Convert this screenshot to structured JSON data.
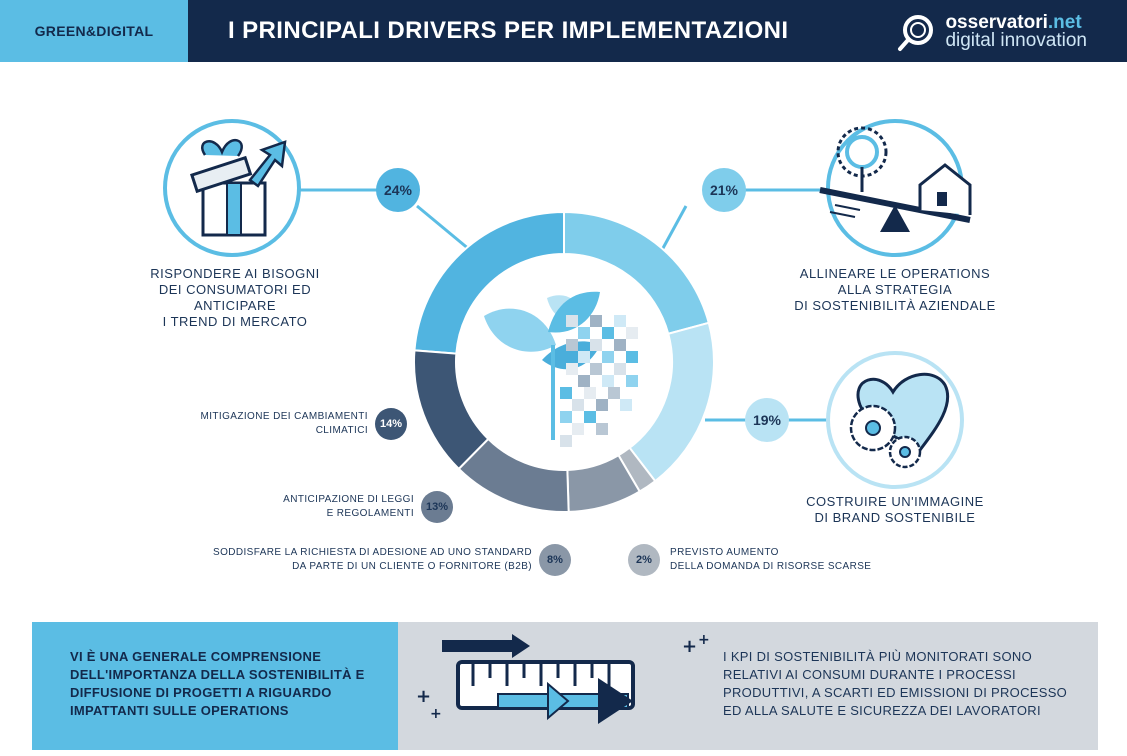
{
  "header": {
    "tag": "GREEN&DIGITAL",
    "title": "I PRINCIPALI DRIVERS PER IMPLEMENTAZIONI",
    "brand_line1_a": "osservatori",
    "brand_line1_b": ".net",
    "brand_line2": "digital innovation"
  },
  "chart_data": {
    "type": "pie",
    "title": "I PRINCIPALI DRIVERS PER IMPLEMENTAZIONI",
    "categories": [
      "RISPONDERE AI BISOGNI DEI CONSUMATORI ED ANTICIPARE I TREND DI MERCATO",
      "ALLINEARE LE OPERATIONS ALLA STRATEGIA DI SOSTENIBILITÀ AZIENDALE",
      "COSTRUIRE UN'IMMAGINE DI BRAND SOSTENIBILE",
      "PREVISTO AUMENTO DELLA DOMANDA DI RISORSE SCARSE",
      "SODDISFARE LA RICHIESTA DI ADESIONE AD UNO STANDARD DA PARTE DI UN CLIENTE O FORNITORE (B2B)",
      "ANTICIPAZIONE DI LEGGI E REGOLAMENTI",
      "MITIGAZIONE DEI CAMBIAMENTI CLIMATICI"
    ],
    "values": [
      24,
      21,
      19,
      2,
      8,
      13,
      14
    ],
    "value_labels": [
      "24%",
      "21%",
      "19%",
      "2%",
      "8%",
      "13%",
      "14%"
    ],
    "colors": [
      "#51b4e0",
      "#7fcdeb",
      "#b9e3f4",
      "#b0b8c1",
      "#8a97a7",
      "#6b7c92",
      "#3d5675"
    ],
    "donut": true
  },
  "labels": {
    "consumatori_l1": "RISPONDERE AI BISOGNI",
    "consumatori_l2": "DEI CONSUMATORI ED ANTICIPARE",
    "consumatori_l3": "I TREND DI MERCATO",
    "operations_l1": "ALLINEARE LE OPERATIONS",
    "operations_l2": "ALLA STRATEGIA",
    "operations_l3": "DI SOSTENIBILITÀ AZIENDALE",
    "brand_l1": "COSTRUIRE UN'IMMAGINE",
    "brand_l2": "DI BRAND SOSTENIBILE",
    "clima_l1": "MITIGAZIONE DEI CAMBIAMENTI",
    "clima_l2": "CLIMATICI",
    "leggi_l1": "ANTICIPAZIONE DI LEGGI",
    "leggi_l2": "E REGOLAMENTI",
    "standard_l1": "SODDISFARE LA RICHIESTA DI ADESIONE AD UNO STANDARD",
    "standard_l2": "DA PARTE DI UN CLIENTE O FORNITORE (B2B)",
    "risorse_l1": "PREVISTO AUMENTO",
    "risorse_l2": "DELLA DOMANDA DI RISORSE SCARSE"
  },
  "bottom": {
    "left_text": "VI È UNA GENERALE COMPRENSIONE DELL'IMPORTANZA DELLA SOSTENIBILITÀ E DIFFUSIONE DI PROGETTI A RIGUARDO IMPATTANTI SULLE OPERATIONS",
    "right_text": "I KPI DI SOSTENIBILITÀ PIÙ MONITORATI SONO RELATIVI AI CONSUMI DURANTE I PROCESSI PRODUTTIVI, A SCARTI ED EMISSIONI DI PROCESSO ED ALLA SALUTE E SICUREZZA DEI LAVORATORI"
  },
  "colors": {
    "navy": "#13294b",
    "accent": "#5bbde4",
    "grey_panel": "#d3d8de"
  },
  "icons": [
    "gift-box-icon",
    "sun-house-balance-icon",
    "heart-flowers-icon",
    "leaf-pixel-icon",
    "ruler-arrows-icon",
    "magnifier-logo-icon"
  ]
}
